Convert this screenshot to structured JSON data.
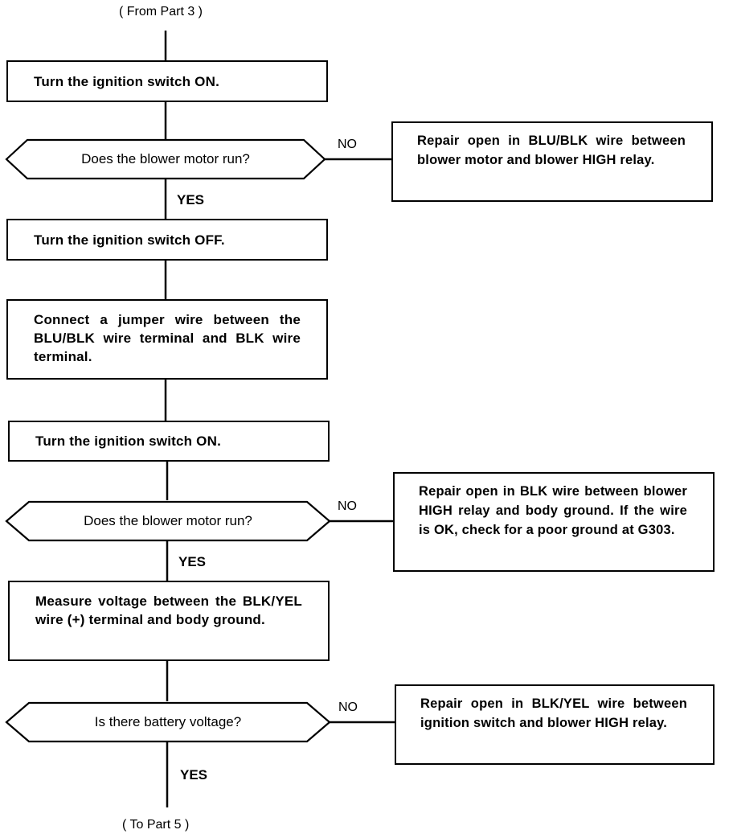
{
  "start_ref": "( From Part 3 )",
  "end_ref": "( To Part 5 )",
  "branch_no": "NO",
  "branch_yes": "YES",
  "steps": [
    "Turn the ignition switch ON.",
    "Turn the ignition switch OFF.",
    "Connect a jumper wire between the BLU/BLK wire terminal and BLK wire terminal.",
    "Turn the ignition switch ON.",
    "Measure voltage between the BLK/YEL wire (+) terminal and body ground."
  ],
  "decisions": [
    "Does the blower motor run?",
    "Does the blower motor run?",
    "Is there battery voltage?"
  ],
  "repairs": [
    "Repair open in BLU/BLK wire between blower motor and blower HIGH relay.",
    "Repair open in BLK wire between blower HIGH relay and body ground. If the wire is OK, check for a poor ground at G303.",
    "Repair open in BLK/YEL wire between ignition switch and blower HIGH relay."
  ]
}
